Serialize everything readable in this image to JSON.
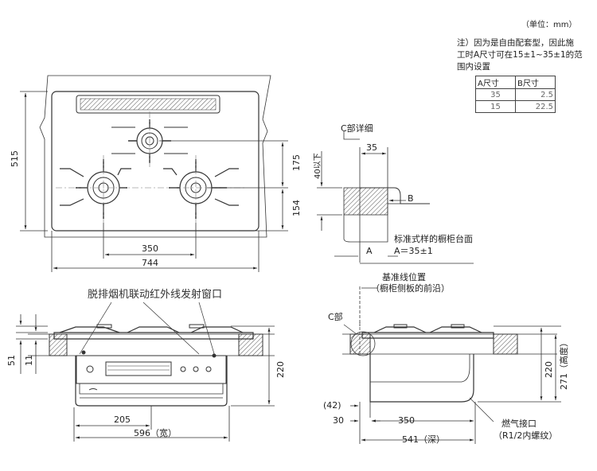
{
  "unit_label": "（单位：mm）",
  "note": {
    "line1": "注）因为是自由配套型，因此施",
    "line2": "工时A尺寸可在15±1~35±1的范",
    "line3": "围内设置"
  },
  "table": {
    "headers": [
      "A尺寸",
      "B尺寸"
    ],
    "rows": [
      [
        "35",
        "2.5"
      ],
      [
        "15",
        "22.5"
      ]
    ]
  },
  "top_view": {
    "dim_height": "515",
    "dim_175": "175",
    "dim_154": "154",
    "dim_350": "350",
    "dim_744": "744"
  },
  "detail": {
    "title": "C部详细",
    "dim_35": "35",
    "dim_40": "40以下",
    "label_b": "B",
    "label_a": "A",
    "counter_label": "标准式样的橱柜台面",
    "counter_value": "A＝35±1",
    "baseline_label": "基准线位置",
    "baseline_sub": "（橱柜侧板的前沿）"
  },
  "front_view": {
    "window_label": "脱排烟机联动红外线发射窗口",
    "dim_51": "51",
    "dim_11": "11",
    "dim_220": "220",
    "dim_205": "205",
    "dim_596": "596（宽）"
  },
  "side_view": {
    "c_label": "C部",
    "dim_220": "220",
    "dim_271": "271（高度）",
    "dim_42": "(42)",
    "dim_30": "30",
    "dim_350": "350",
    "dim_541": "541（深）",
    "gas_label": "燃气接口",
    "gas_sub": "（R1/2内螺纹）"
  }
}
